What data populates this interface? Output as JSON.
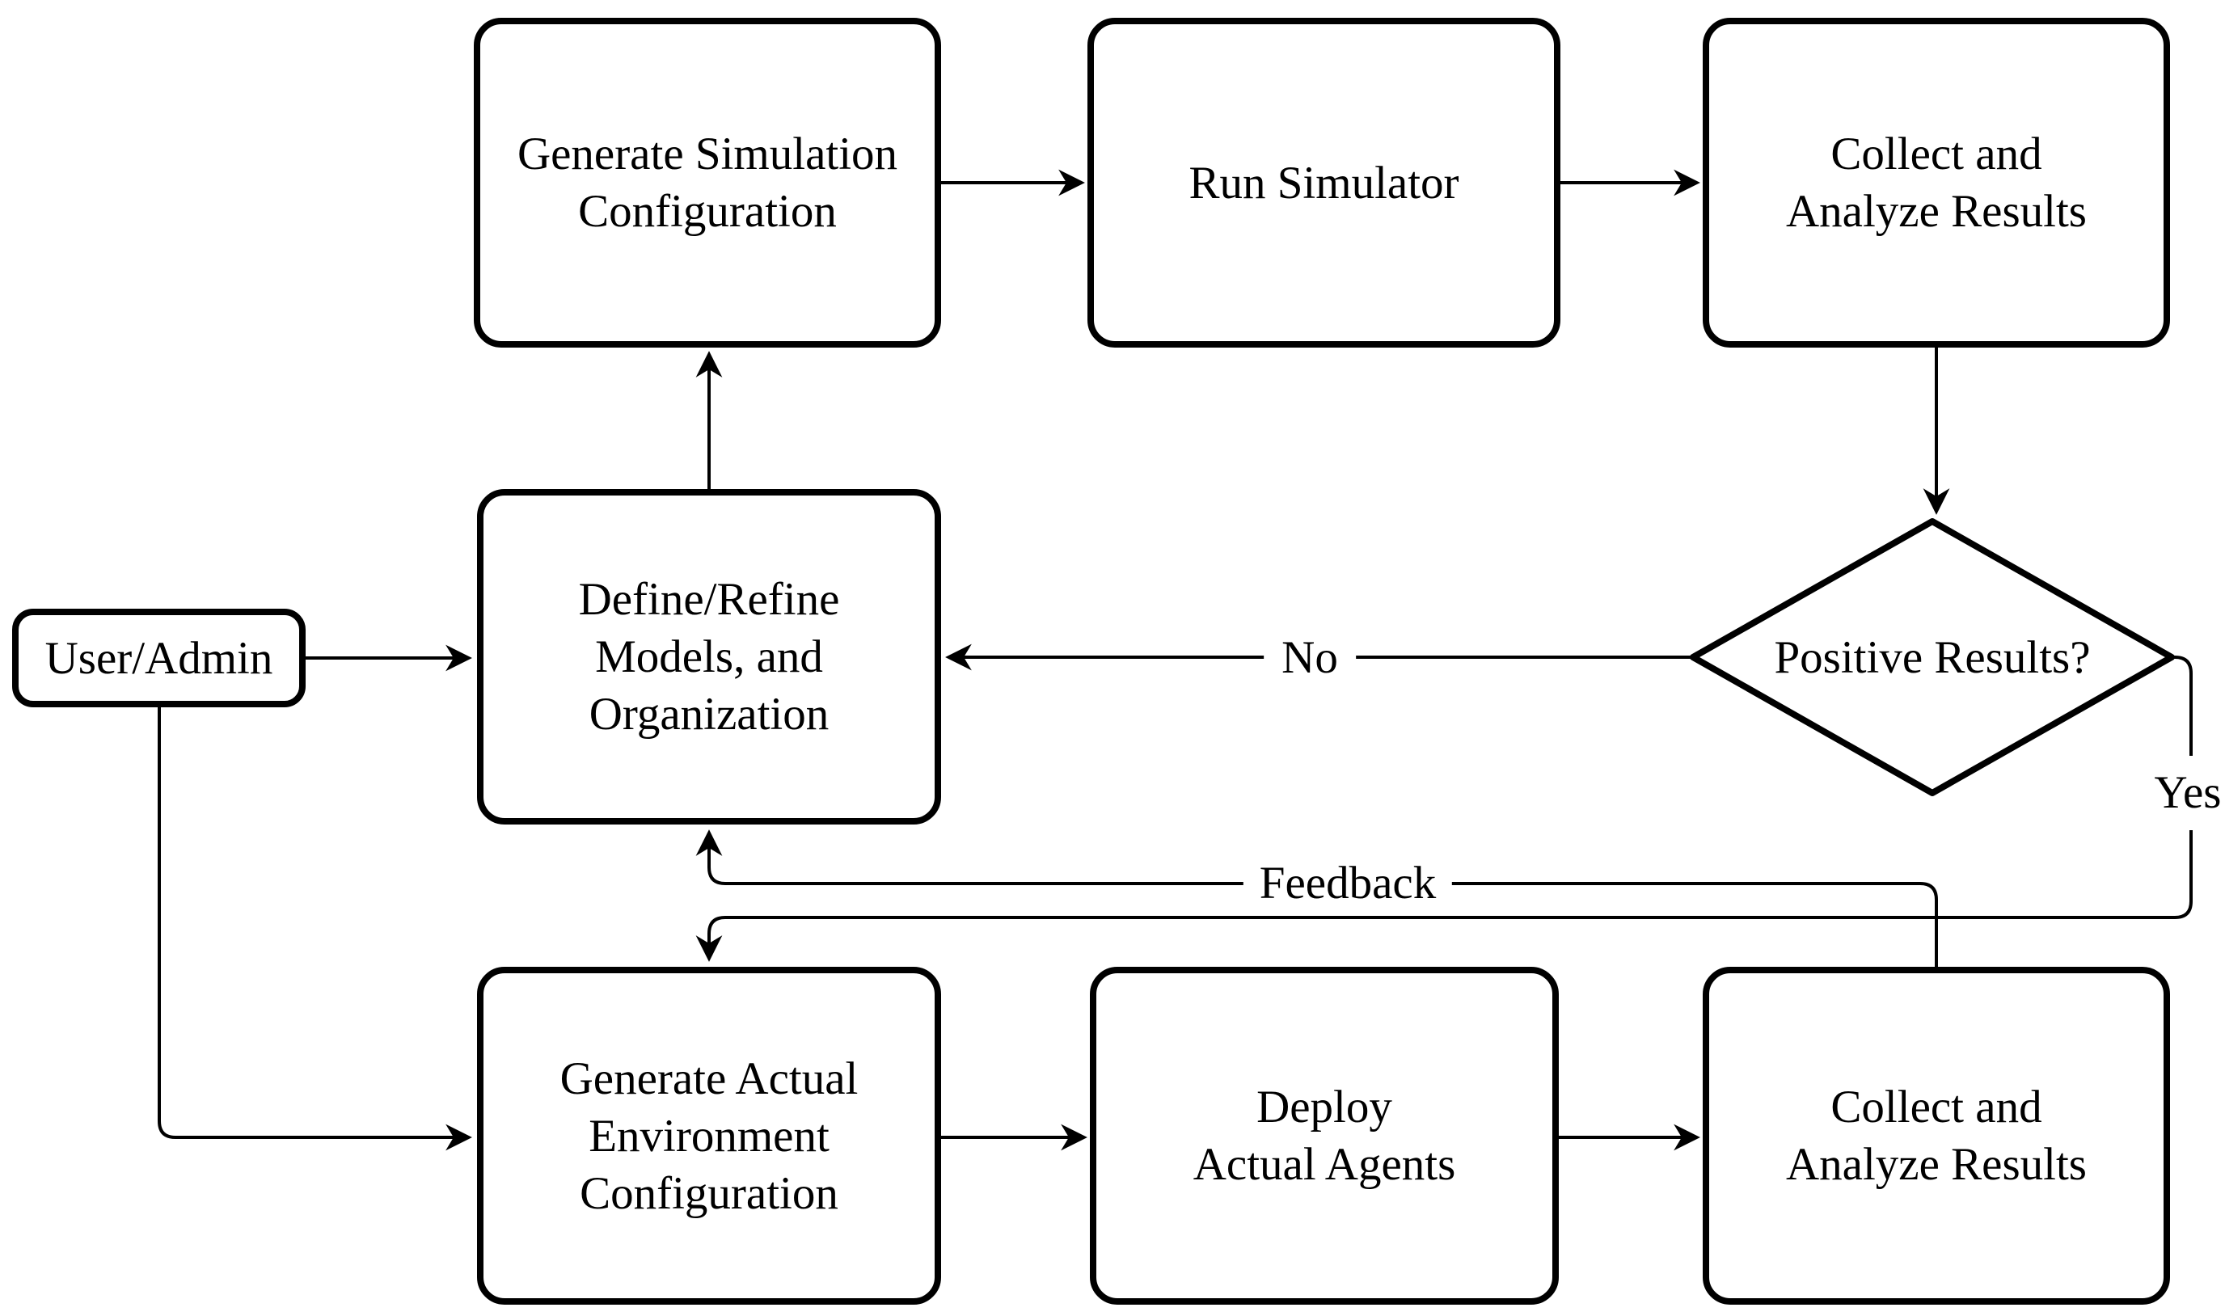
{
  "diagram": {
    "type": "flowchart",
    "colors": {
      "background": "#ffffff",
      "stroke": "#000000",
      "text": "#000000"
    },
    "nodes": {
      "generate_simulation_configuration": {
        "label": "Generate Simulation\nConfiguration",
        "shape": "rounded-rectangle"
      },
      "run_simulator": {
        "label": "Run Simulator",
        "shape": "rounded-rectangle"
      },
      "collect_analyze_results_simulation": {
        "label": "Collect and\nAnalyze Results",
        "shape": "rounded-rectangle"
      },
      "define_refine": {
        "label": "Define/Refine\nModels, and\nOrganization",
        "shape": "rounded-rectangle"
      },
      "user_admin": {
        "label": "User/Admin",
        "shape": "rounded-rectangle"
      },
      "positive_results": {
        "label": "Positive Results?",
        "shape": "diamond"
      },
      "generate_actual_environment_configuration": {
        "label": "Generate Actual\nEnvironment\nConfiguration",
        "shape": "rounded-rectangle"
      },
      "deploy_actual_agents": {
        "label": "Deploy\nActual Agents",
        "shape": "rounded-rectangle"
      },
      "collect_analyze_results_actual": {
        "label": "Collect and\nAnalyze Results",
        "shape": "rounded-rectangle"
      }
    },
    "edge_labels": {
      "no": "No",
      "yes": "Yes",
      "feedback": "Feedback"
    },
    "edges": [
      {
        "from": "generate_simulation_configuration",
        "to": "run_simulator",
        "label": ""
      },
      {
        "from": "run_simulator",
        "to": "collect_analyze_results_simulation",
        "label": ""
      },
      {
        "from": "collect_analyze_results_simulation",
        "to": "positive_results",
        "label": ""
      },
      {
        "from": "positive_results",
        "to": "define_refine",
        "label": "No"
      },
      {
        "from": "positive_results",
        "to": "generate_actual_environment_configuration",
        "label": "Yes"
      },
      {
        "from": "define_refine",
        "to": "generate_simulation_configuration",
        "label": ""
      },
      {
        "from": "user_admin",
        "to": "define_refine",
        "label": ""
      },
      {
        "from": "user_admin",
        "to": "generate_actual_environment_configuration",
        "label": ""
      },
      {
        "from": "generate_actual_environment_configuration",
        "to": "deploy_actual_agents",
        "label": ""
      },
      {
        "from": "deploy_actual_agents",
        "to": "collect_analyze_results_actual",
        "label": ""
      },
      {
        "from": "collect_analyze_results_actual",
        "to": "define_refine",
        "label": "Feedback"
      }
    ]
  }
}
